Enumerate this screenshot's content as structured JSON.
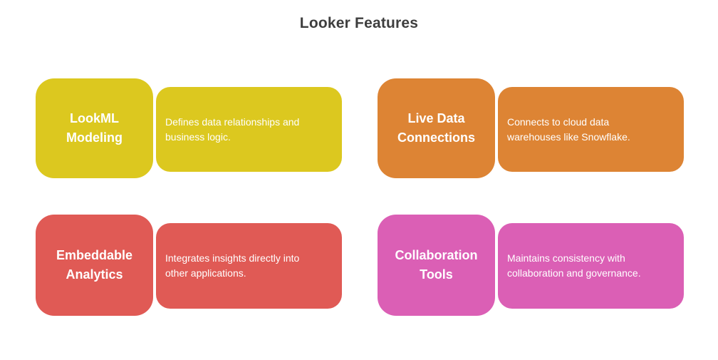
{
  "title": "Looker Features",
  "theme": {
    "background": "#ffffff",
    "title_color": "#3e3e3e",
    "card_text_color": "#ffffff"
  },
  "cards": [
    {
      "name": "lookml-modeling",
      "title": "LookML\nModeling",
      "description": "Defines data relationships and\nbusiness logic.",
      "color": "#dcc81f"
    },
    {
      "name": "live-data-connections",
      "title": "Live Data\nConnections",
      "description": "Connects to cloud data\nwarehouses like Snowflake.",
      "color": "#dd8434"
    },
    {
      "name": "embeddable-analytics",
      "title": "Embeddable\nAnalytics",
      "description": "Integrates insights directly into\nother applications.",
      "color": "#e05a55"
    },
    {
      "name": "collaboration-tools",
      "title": "Collaboration\nTools",
      "description": "Maintains consistency with\ncollaboration and governance.",
      "color": "#db5fb5"
    }
  ]
}
